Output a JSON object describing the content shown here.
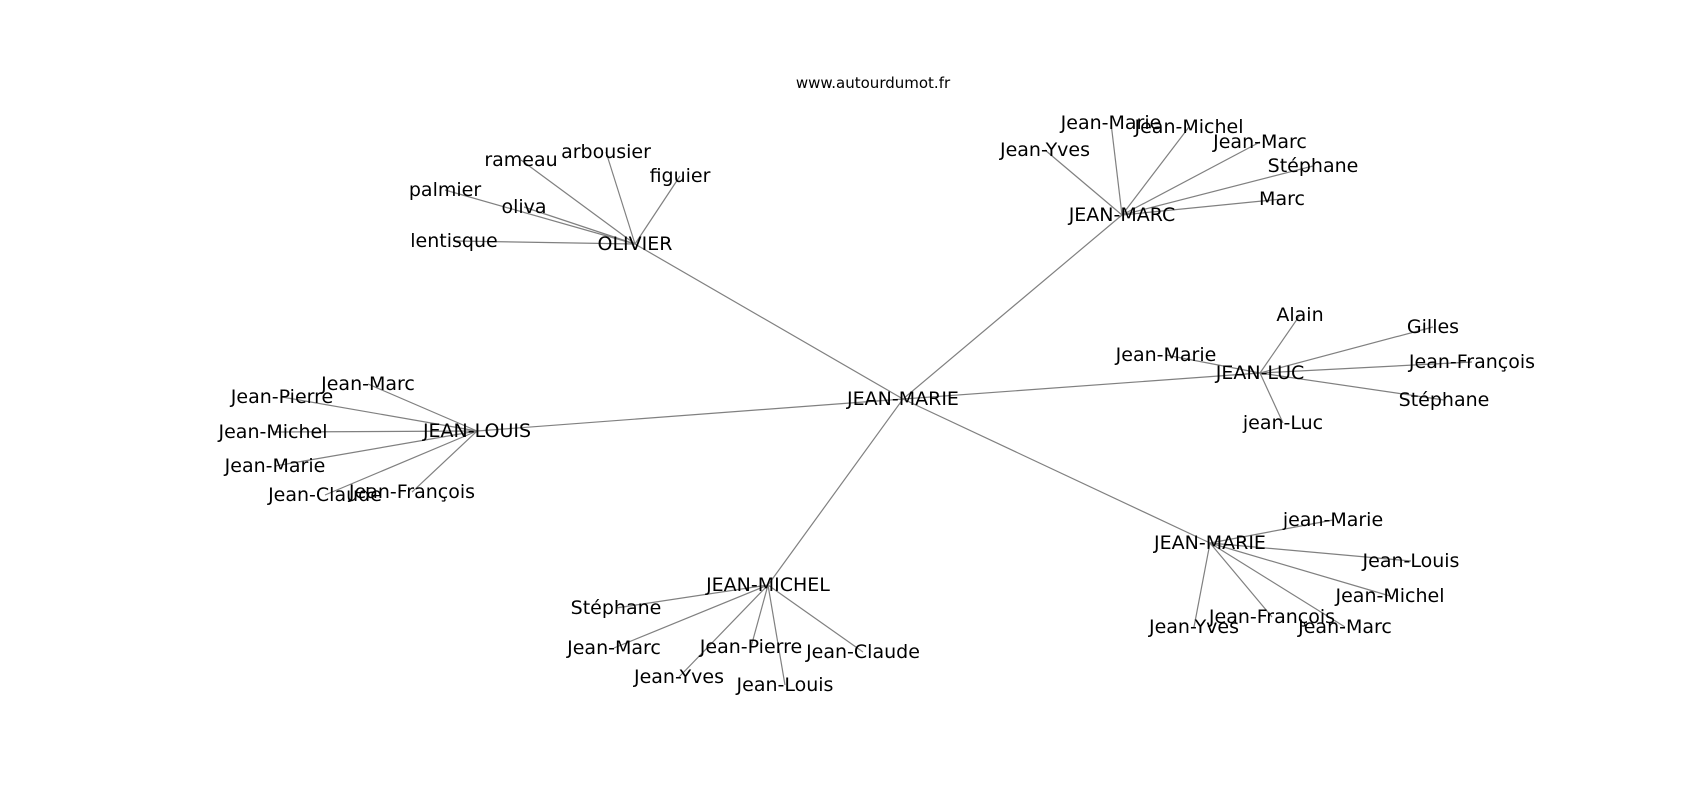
{
  "diagram": {
    "source_credit": "www.autourdumot.fr",
    "colors": {
      "edge": "#808080",
      "text": "#000000",
      "background": "#ffffff"
    },
    "center": "JEAN-MARIE",
    "clusters": [
      {
        "hub": "OLIVIER",
        "leaves": [
          "rameau",
          "arbousier",
          "figuier",
          "palmier",
          "oliva",
          "lentisque"
        ]
      },
      {
        "hub": "JEAN-MARC",
        "leaves": [
          "Jean-Marie",
          "Jean-Michel",
          "Jean-Yves",
          "Jean-Marc",
          "Stéphane",
          "Marc"
        ]
      },
      {
        "hub": "JEAN-LUC",
        "leaves": [
          "Alain",
          "Gilles",
          "Jean-Marie",
          "Jean-François",
          "Stéphane",
          "jean-Luc"
        ]
      },
      {
        "hub": "JEAN-LOUIS",
        "leaves": [
          "Jean-Marc",
          "Jean-Pierre",
          "Jean-Michel",
          "Jean-Marie",
          "Jean-Claude",
          "Jean-François"
        ]
      },
      {
        "hub": "JEAN-MICHEL",
        "leaves": [
          "Stéphane",
          "Jean-Marc",
          "Jean-Pierre",
          "Jean-Claude",
          "Jean-Yves",
          "Jean-Louis"
        ]
      },
      {
        "hub": "JEAN-MARIE",
        "leaves": [
          "jean-Marie",
          "Jean-Louis",
          "Jean-Michel",
          "Jean-François",
          "Jean-Yves",
          "Jean-Marc"
        ]
      }
    ]
  }
}
